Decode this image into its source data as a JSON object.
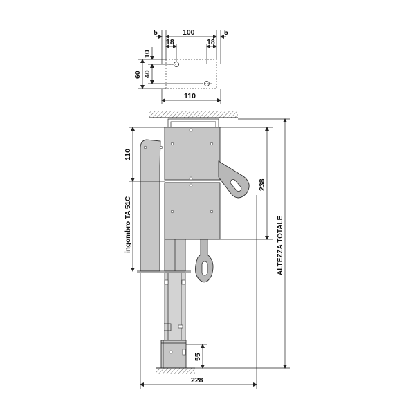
{
  "dimensions": {
    "top_gap_left": "5",
    "top_width": "100",
    "top_gap_right": "5",
    "hole_offset_left": "18",
    "hole_offset_right": "18",
    "vertical_10": "10",
    "vertical_40": "40",
    "vertical_60": "60",
    "plate_width": "110",
    "head_height": "110",
    "height_238": "238",
    "bottom_55": "55",
    "base_width": "228"
  },
  "labels": {
    "overall_height": "ALTEZZA TOTALE",
    "footprint": "ingombro TA 51C"
  },
  "colors": {
    "body": "#c6c6c6",
    "outline": "#333333",
    "text": "#111111"
  }
}
